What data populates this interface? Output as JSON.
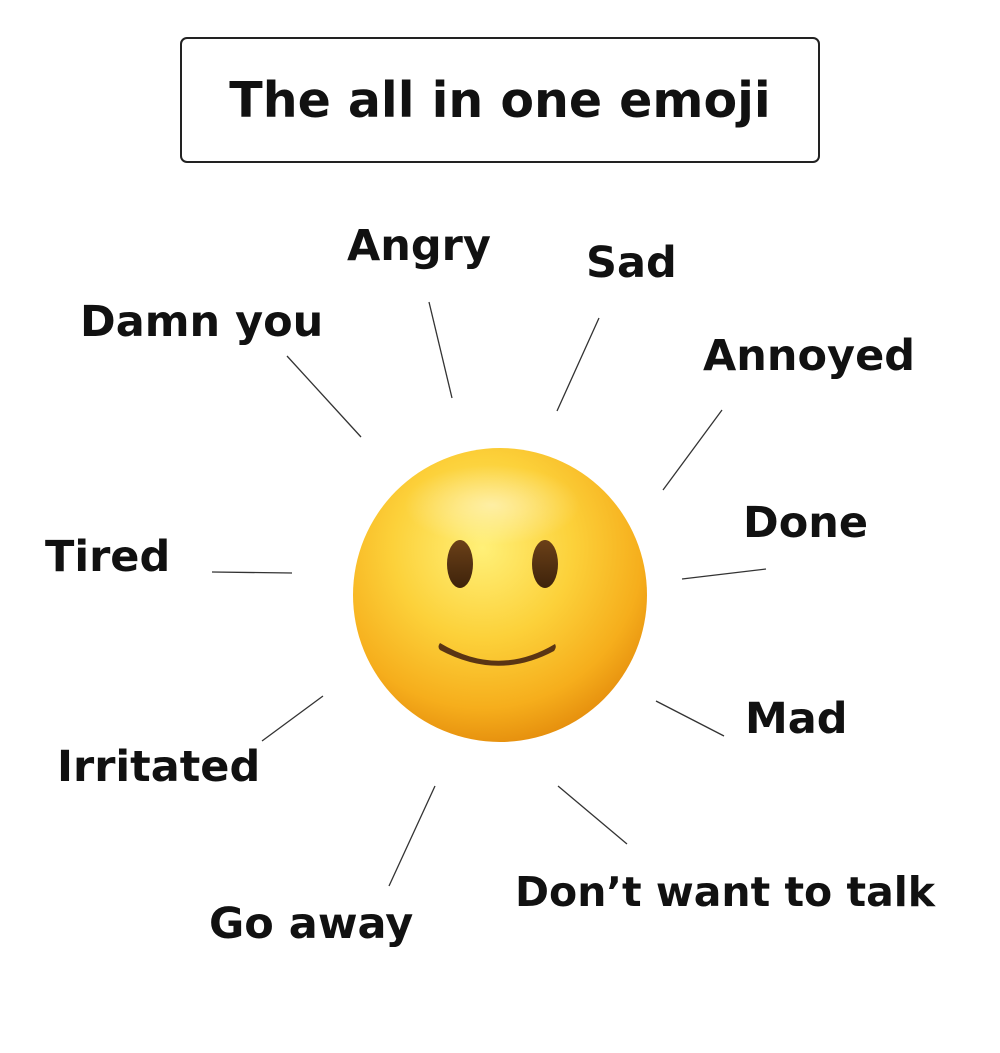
{
  "title": "The all in one emoji",
  "labels": {
    "angry": "Angry",
    "sad": "Sad",
    "damn_you": "Damn you",
    "annoyed": "Annoyed",
    "done": "Done",
    "tired": "Tired",
    "mad": "Mad",
    "irritated": "Irritated",
    "dont_want_to_talk": "Don’t want to talk",
    "go_away": "Go away"
  },
  "center_icon": "slightly-smiling-face-emoji",
  "colors": {
    "face_light": "#ffe96a",
    "face_mid": "#fcc42c",
    "face_dark": "#e08d0c",
    "features": "#5a3514"
  }
}
